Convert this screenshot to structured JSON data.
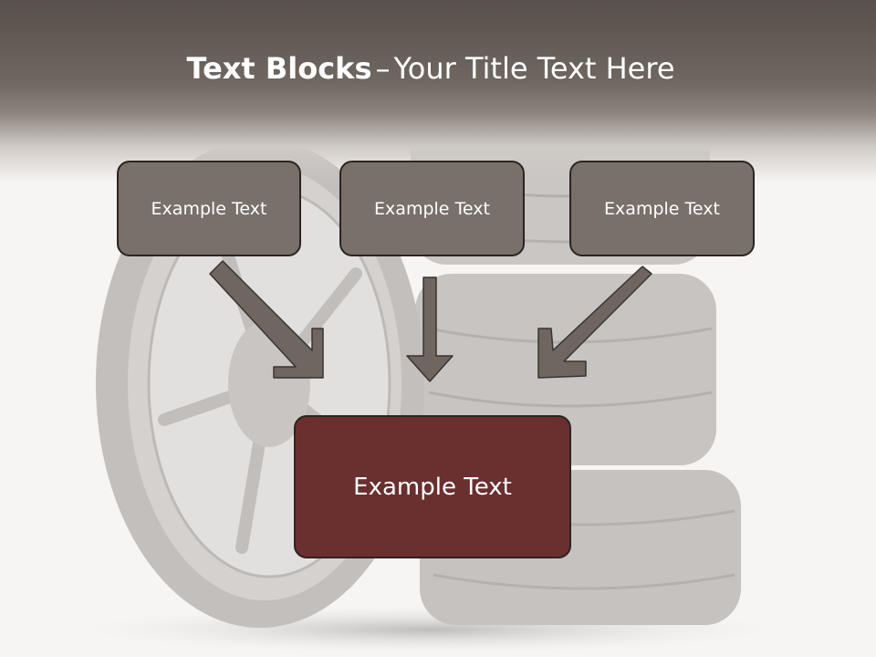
{
  "slide": {
    "title_bold": "Text Blocks",
    "title_dash": "–",
    "title_rest": "Your Title Text Here"
  },
  "boxes": {
    "top_left": "Example Text",
    "top_center": "Example Text",
    "top_right": "Example Text",
    "bottom": "Example Text"
  },
  "colors": {
    "header": "#6f6760",
    "gray_box": "#787069",
    "red_box": "#6a2f2f",
    "arrow": "#6e665f",
    "background": "#f6f5f4"
  }
}
